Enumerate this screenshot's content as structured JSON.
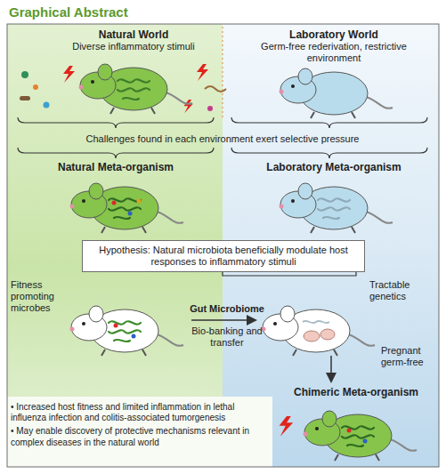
{
  "diagram": {
    "title": "Graphical Abstract",
    "nodes": [
      {
        "text": [
          "Hypothesis: Natural microbiota beneficially modulate host responses to inflammatory stimuli"
        ]
      }
    ],
    "labels": [
      "Natural World",
      "Diverse inflammatory stimuli",
      "Laboratory World",
      "Germ-free rederivation, restrictive environment",
      "Challenges found in each environment exert selective pressure",
      "Natural Meta-organism",
      "Laboratory Meta-organism",
      "Fitness promoting microbes",
      "Tractable genetics",
      "Gut Microbiome",
      "Bio-banking and transfer",
      "Pregnant germ-free",
      "Chimeric Meta-organism",
      "• Increased host fitness and limited inflammation in lethal influenza infection and colitis-associated tumorgenesis",
      "• May enable discovery of protective mechanisms relevant in complex diseases in the natural world"
    ]
  }
}
